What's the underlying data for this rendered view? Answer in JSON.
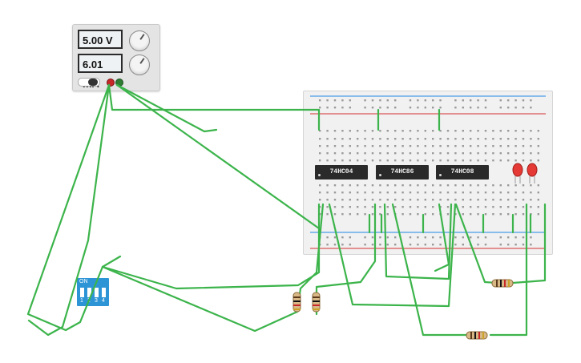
{
  "power_supply": {
    "voltage_display": "5.00 V",
    "current_display": "6.01 mA",
    "terminal_colors": {
      "positive": "#c62828",
      "negative": "#2e7d32"
    }
  },
  "breadboard": {
    "chips": [
      "74HC04",
      "74HC86",
      "74HC08"
    ],
    "leds": [
      "red-led",
      "red-led"
    ]
  },
  "dip_switch": {
    "on_label": "ON",
    "positions": [
      "1",
      "2",
      "3",
      "4"
    ]
  },
  "resistors": [
    "resistor",
    "resistor",
    "resistor",
    "resistor"
  ],
  "colors": {
    "wire": "#3cb44b",
    "rail_red": "#d32f2f",
    "rail_blue": "#1e88e5",
    "chip_body": "#2a2a2a",
    "dip_body": "#2d94d6"
  }
}
